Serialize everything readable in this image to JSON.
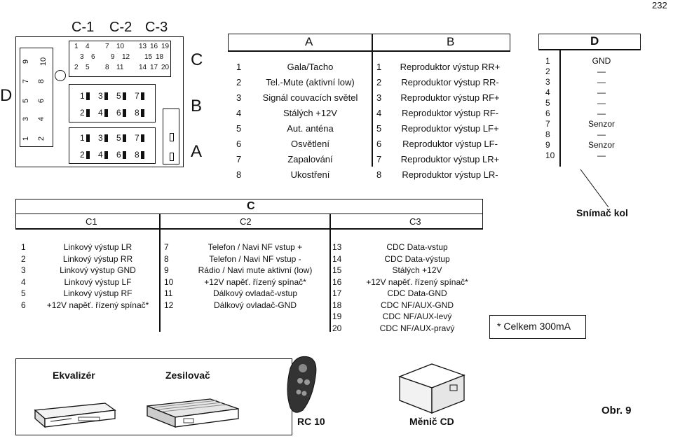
{
  "page_number": "232",
  "connector_labels": {
    "c1": "C-1",
    "c2": "C-2",
    "c3": "C-3",
    "d": "D",
    "c": "C",
    "b": "B",
    "a": "A"
  },
  "block_c_pins": {
    "top_row1": [
      "1",
      "4",
      "7",
      "10",
      "13",
      "16",
      "19"
    ],
    "top_row2": [
      "3",
      "6",
      "9",
      "12",
      "15",
      "18"
    ],
    "top_row3": [
      "2",
      "5",
      "8",
      "11",
      "14",
      "17",
      "20"
    ]
  },
  "block_d_pins": {
    "left": [
      "9",
      "7",
      "5",
      "3",
      "1"
    ],
    "right": [
      "10",
      "8",
      "6",
      "4",
      "2"
    ]
  },
  "block_b_pins": {
    "top": [
      "1",
      "3",
      "5",
      "7"
    ],
    "bottom": [
      "2",
      "4",
      "6",
      "8"
    ]
  },
  "block_a_pins": {
    "top": [
      "1",
      "3",
      "5",
      "7"
    ],
    "bottom": [
      "2",
      "4",
      "6",
      "8"
    ]
  },
  "table_ab": {
    "col_a_header": "A",
    "col_b_header": "B",
    "numbers": [
      "1",
      "2",
      "3",
      "4",
      "5",
      "6",
      "7",
      "8"
    ],
    "a_rows": [
      "Gala/Tacho",
      "Tel.-Mute (aktivní low)",
      "Signál couvacích světel",
      "Stálých +12V",
      "Aut. anténa",
      "Osvětlení",
      "Zapalování",
      "Ukostření"
    ],
    "b_rows": [
      "Reproduktor výstup RR+",
      "Reproduktor výstup  RR-",
      "Reproduktor výstup  RF+",
      "Reproduktor výstup  RF-",
      "Reproduktor výstup  LF+",
      "Reproduktor výstup  LF-",
      "Reproduktor výstup  LR+",
      "Reproduktor výstup  LR-"
    ]
  },
  "table_d": {
    "header": "D",
    "numbers": [
      "1",
      "2",
      "3",
      "4",
      "5",
      "6",
      "7",
      "8",
      "9",
      "10"
    ],
    "values": [
      "GND",
      "—",
      "—",
      "—",
      "—",
      "—",
      "Senzor",
      "—",
      "Senzor",
      "—"
    ]
  },
  "table_c": {
    "header": "C",
    "sub_headers": [
      "C1",
      "C2",
      "C3"
    ],
    "c1": {
      "numbers": [
        "1",
        "2",
        "3",
        "4",
        "5",
        "6"
      ],
      "labels": [
        "Linkový výstup LR",
        "Linkový výstup RR",
        "Linkový výstup GND",
        "Linkový výstup LF",
        "Linkový výstup RF",
        "+12V napěť. řízený spínač*"
      ]
    },
    "c2": {
      "numbers": [
        "7",
        "8",
        "9",
        "10",
        "11",
        "12"
      ],
      "labels": [
        "Telefon / Navi NF vstup +",
        "Telefon / Navi NF vstup -",
        "Rádio / Navi mute aktivní (low)",
        "+12V napěť. řízený spínač*",
        "Dálkový ovladač-vstup",
        "Dálkový ovladač-GND"
      ]
    },
    "c3": {
      "numbers": [
        "13",
        "14",
        "15",
        "16",
        "17",
        "18",
        "19",
        "20"
      ],
      "labels": [
        "CDC Data-vstup",
        "CDC Data-výstup",
        "Stálých +12V",
        "+12V napěť. řízený spínač*",
        "CDC Data-GND",
        "CDC NF/AUX-GND",
        "CDC NF/AUX-levý",
        "CDC NF/AUX-pravý"
      ]
    }
  },
  "snimac_label": "Snímač kol",
  "celkem_note": "* Celkem 300mA",
  "accessories": {
    "ekvalizer": "Ekvalizér",
    "zesilovac": "Zesilovač",
    "rc10": "RC 10",
    "menic": "Měnič CD"
  },
  "figure_label": "Obr. 9"
}
